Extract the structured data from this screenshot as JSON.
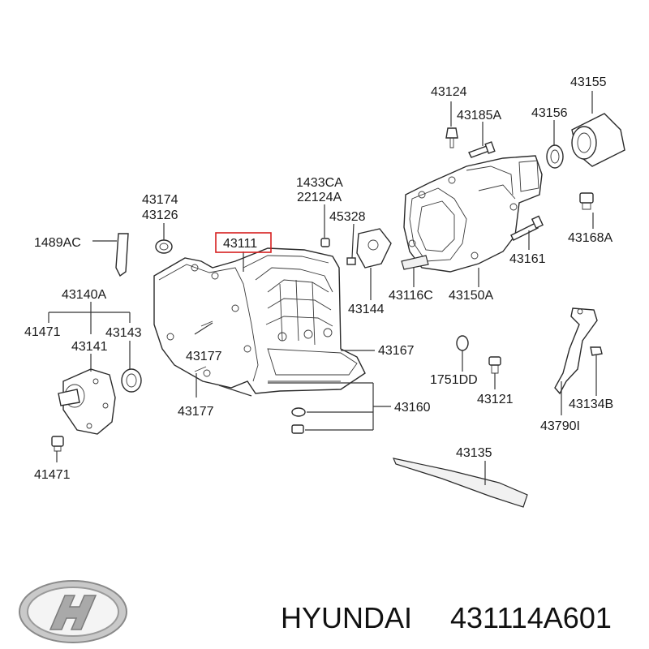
{
  "brand": {
    "name": "HYUNDAI",
    "part_number": "431114A601"
  },
  "highlighted_part": "43111",
  "callouts": {
    "c43124": "43124",
    "c43155": "43155",
    "c43185A": "43185A",
    "c43156": "43156",
    "c1433CA": "1433CA",
    "c22124A": "22124A",
    "c43174": "43174",
    "c43126": "43126",
    "c45328": "45328",
    "c43168A": "43168A",
    "c1489AC": "1489AC",
    "c43111": "43111",
    "c43161": "43161",
    "c43140A": "43140A",
    "c43116C": "43116C",
    "c43150A": "43150A",
    "c41471a": "41471",
    "c43143": "43143",
    "c43144": "43144",
    "c43141": "43141",
    "c43177a": "43177",
    "c43167": "43167",
    "c1751DD": "1751DD",
    "c43121": "43121",
    "c43134B": "43134B",
    "c43160": "43160",
    "c43177b": "43177",
    "c43790I": "43790I",
    "c43135": "43135",
    "c41471b": "41471"
  },
  "icons": {
    "logo": "hyundai-logo-icon"
  }
}
